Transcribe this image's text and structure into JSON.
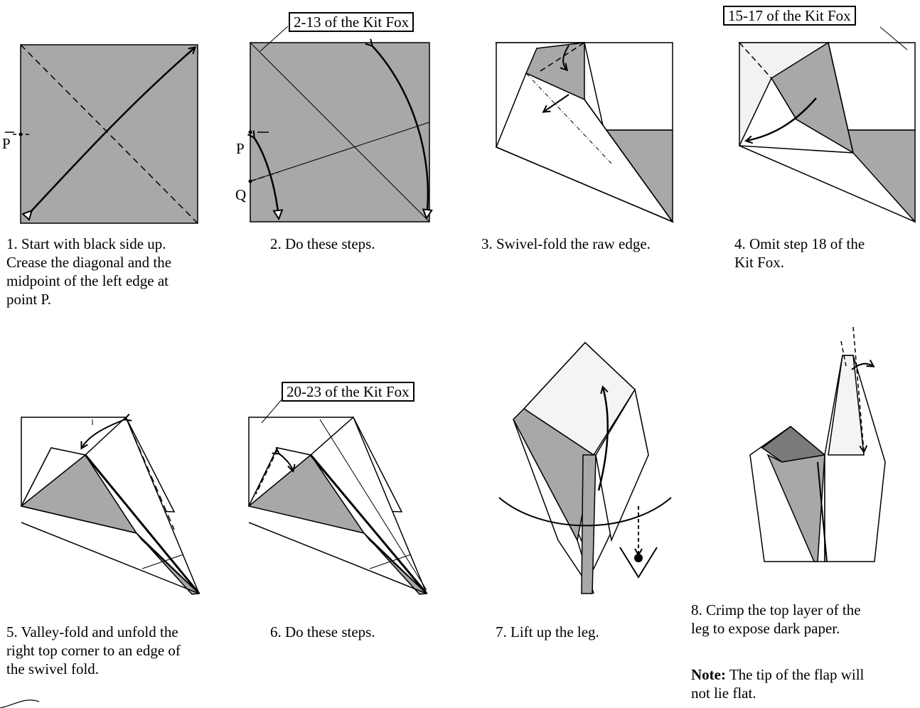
{
  "colors": {
    "dark_paper": "#a8a8a8",
    "light_paper": "#ffffff",
    "mid_shade": "#8a8a8a",
    "line": "#000000"
  },
  "points": {
    "p": "P",
    "q": "Q"
  },
  "refs": {
    "step2": "2-13 of the Kit Fox",
    "step4": "15-17 of the Kit Fox",
    "step6": "20-23 of the Kit Fox"
  },
  "steps": [
    {
      "text": "1.  Start with black side up.\nCrease the diagonal and the\nmidpoint of the left edge at\npoint P."
    },
    {
      "text": "2.  Do these steps."
    },
    {
      "text": "3.  Swivel-fold the raw edge."
    },
    {
      "text": "4.   Omit step 18 of the\nKit Fox."
    },
    {
      "text": "5.  Valley-fold and unfold the\nright top corner to an edge of\nthe swivel fold."
    },
    {
      "text": "6. Do these steps."
    },
    {
      "text": "7.  Lift up the leg."
    },
    {
      "text": "8.  Crimp the top layer of the\nleg to expose dark paper."
    }
  ],
  "note": {
    "label": "Note:",
    "text": "  The tip of the flap will\nnot lie flat."
  }
}
